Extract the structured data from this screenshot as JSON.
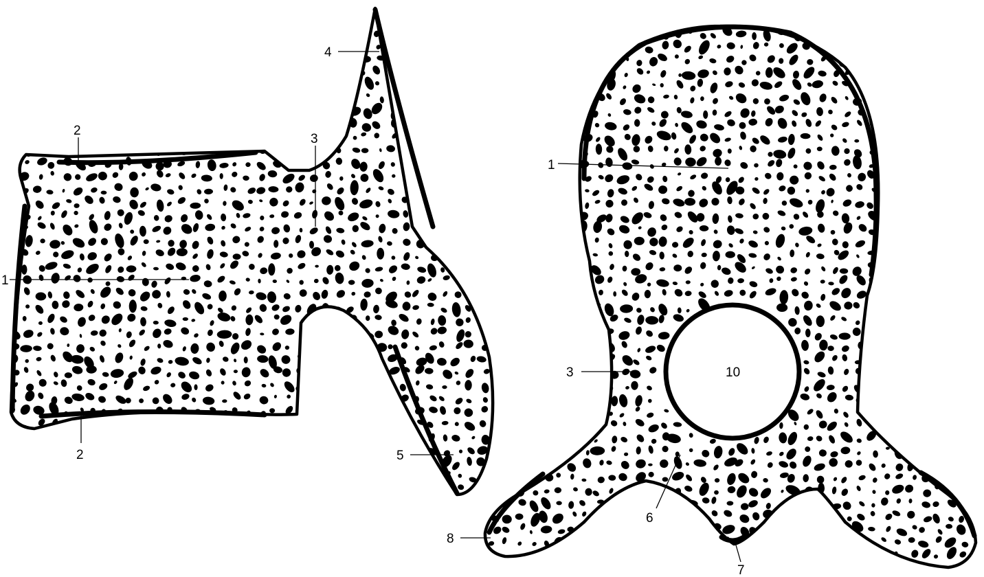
{
  "lateral_view": {
    "labels": [
      {
        "id": "L1",
        "text": "1"
      },
      {
        "id": "L2a",
        "text": "2"
      },
      {
        "id": "L2b",
        "text": "2"
      },
      {
        "id": "L3",
        "text": "3"
      },
      {
        "id": "L4",
        "text": "4"
      },
      {
        "id": "L5",
        "text": "5"
      }
    ]
  },
  "superior_view": {
    "labels": [
      {
        "id": "S1",
        "text": "1"
      },
      {
        "id": "S3",
        "text": "3"
      },
      {
        "id": "S6",
        "text": "6"
      },
      {
        "id": "S7",
        "text": "7"
      },
      {
        "id": "S8",
        "text": "8"
      },
      {
        "id": "S10",
        "text": "10"
      }
    ]
  }
}
